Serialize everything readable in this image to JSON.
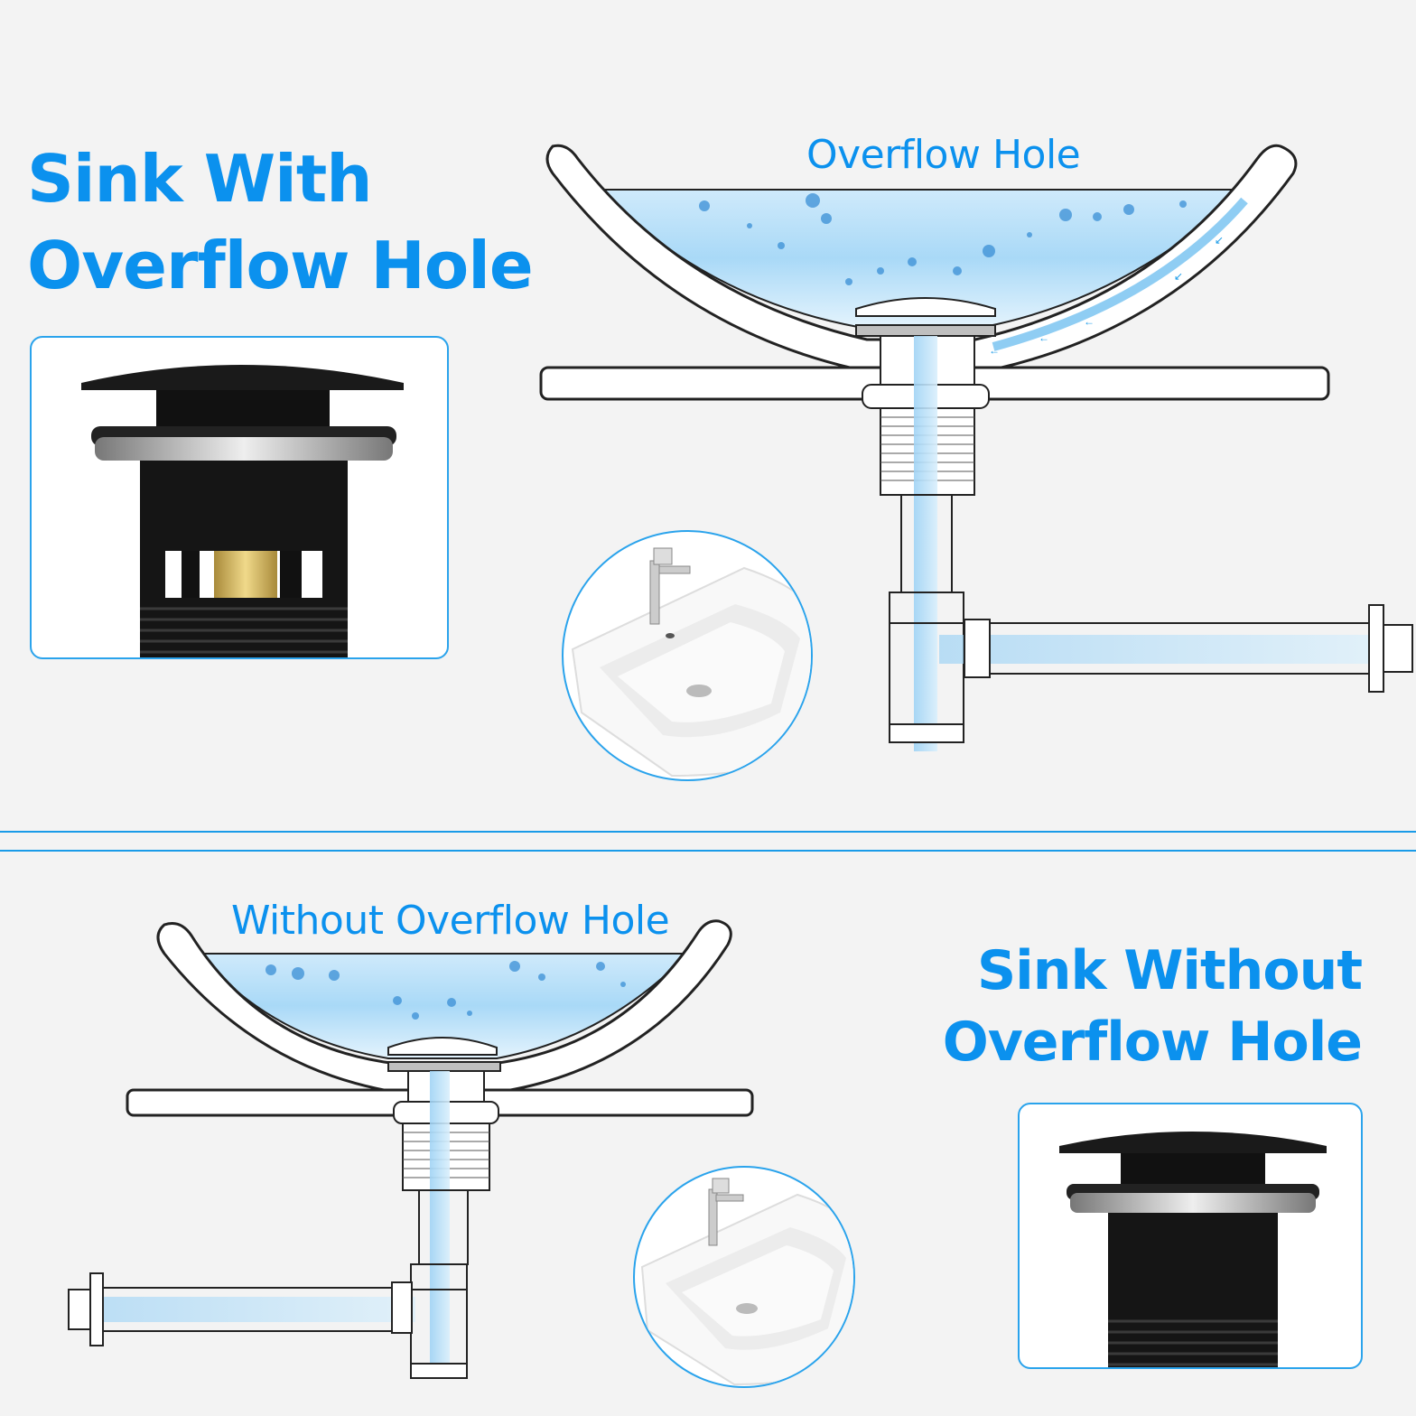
{
  "top_section": {
    "heading_line1": "Sink With",
    "heading_line2": "Overflow Hole",
    "diagram_label": "Overflow Hole"
  },
  "bottom_section": {
    "heading_line1": "Sink Without",
    "heading_line2": "Overflow Hole",
    "diagram_label": "Without Overflow Hole"
  },
  "colors": {
    "accent": "#0b91ee",
    "border": "#2aa3ec",
    "background": "#f3f3f3",
    "water": "#a9d9f7",
    "stopper": "#1a1a1a",
    "brass": "#d4b45a"
  }
}
